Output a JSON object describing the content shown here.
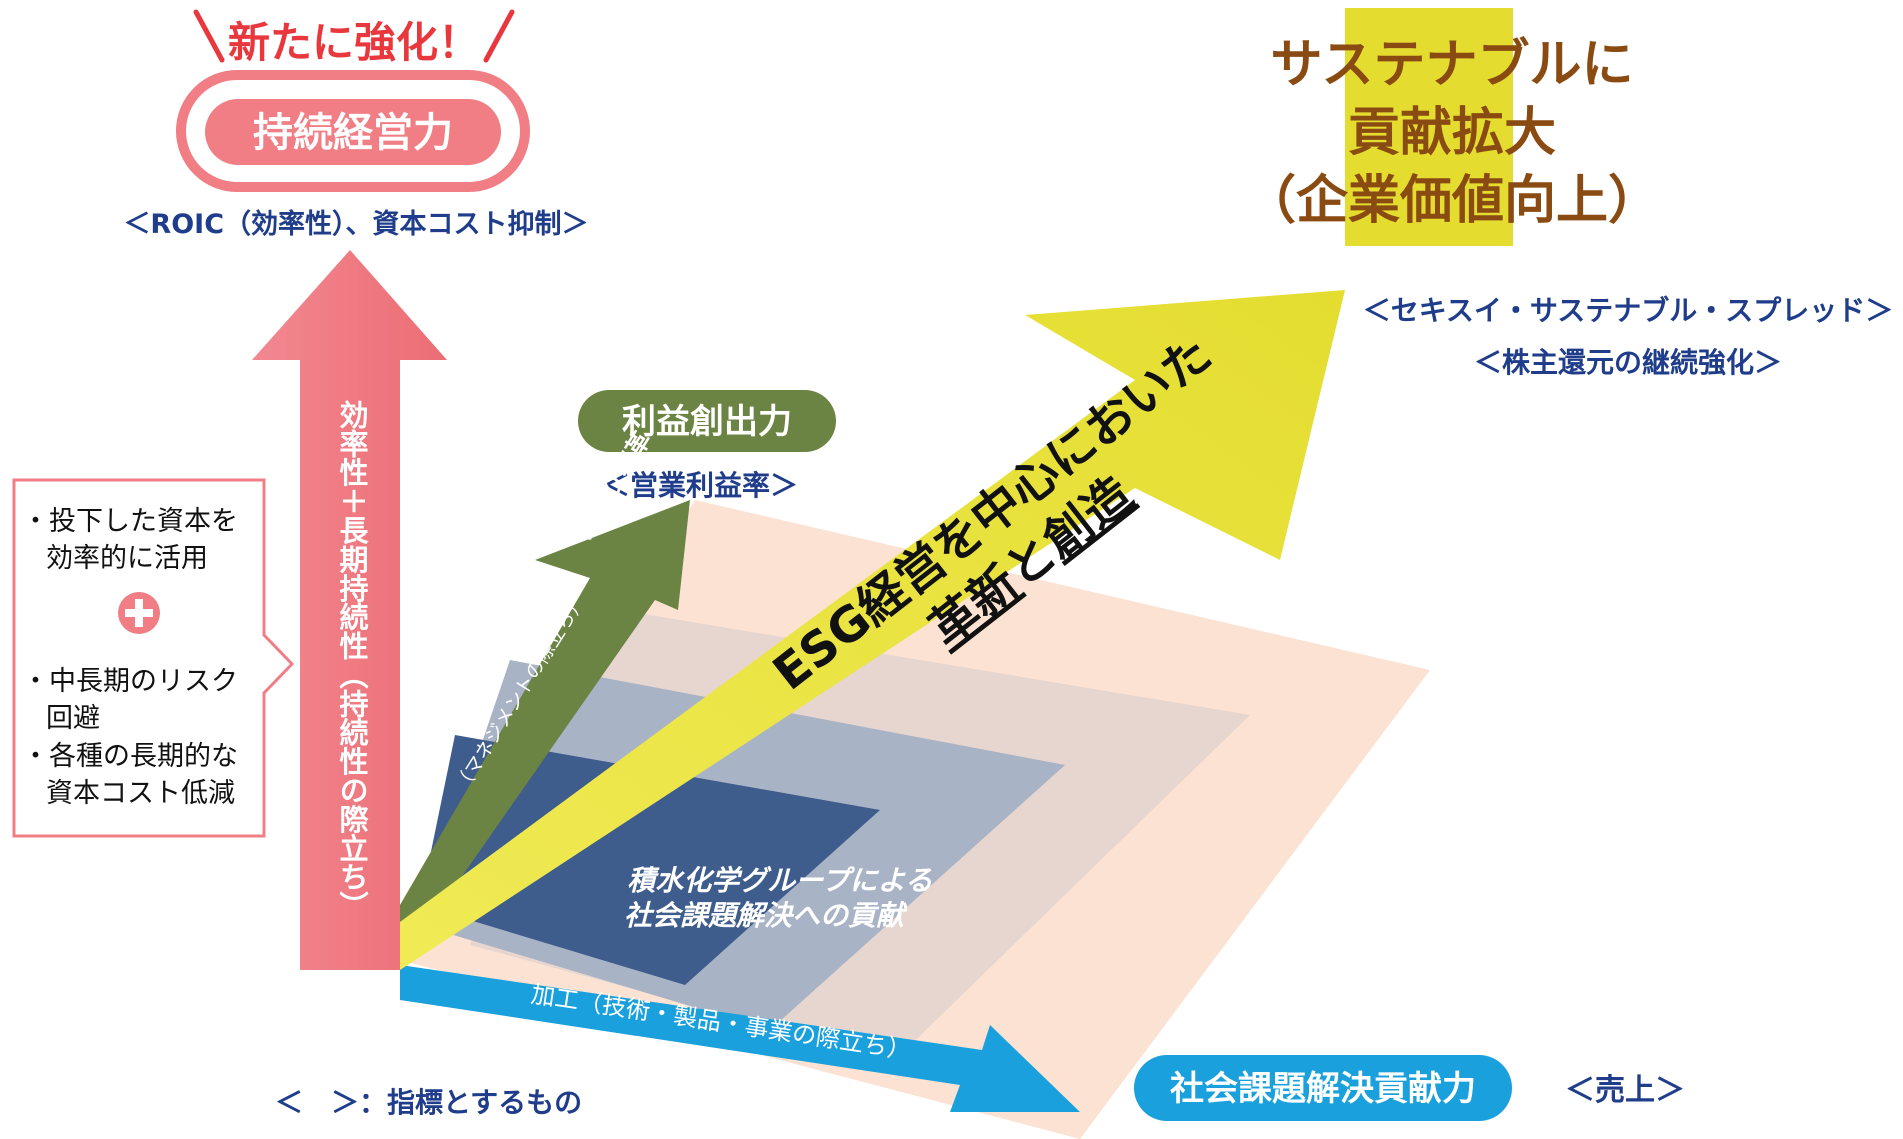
{
  "new_badge": "新たに強化！",
  "sustainable_power": {
    "label": "持続経営力",
    "metric": "＜ROIC（効率性）、資本コスト抑制＞"
  },
  "goal": {
    "lines": [
      "サステナブルに",
      "貢献拡大",
      "（企業価値向上）"
    ]
  },
  "goal_metrics": [
    "＜セキスイ・サステナブル・スプレッド＞",
    "＜株主還元の継続強化＞"
  ],
  "profit_power": {
    "label": "利益創出力",
    "metric": "＜営業利益率＞"
  },
  "vertical_arrow_text": "効率性＋長期持続性（持続性の際立ち）",
  "side_box": {
    "item1": [
      "・投下した資本を",
      "効率的に活用"
    ],
    "plus": "+",
    "item2": [
      "・中長期のリスク",
      "回避"
    ],
    "item3": [
      "・各種の長期的な",
      "資本コスト低減"
    ]
  },
  "green_arrow": {
    "title": "先取り変革",
    "sub": "（マネジメントの際立ち）"
  },
  "esg_arrow": {
    "line1": "ESG経営を中心においた",
    "line2_part1": "革新",
    "line2_part2": "と",
    "line2_part3": "創造"
  },
  "plane_label": [
    "積水化学グループによる",
    "社会課題解決への貢献"
  ],
  "blue_arrow_text": "加工（技術・製品・事業の際立ち）",
  "social_power": {
    "label": "社会課題解決貢献力",
    "metric": "＜売上＞"
  },
  "legend_note": "＜　＞：指標とするもの",
  "colors": {
    "red_accent": "#e8383d",
    "pink": "#f07e84",
    "olive": "#6b8443",
    "yellow": "#e9e23f",
    "blue": "#1aa0dc",
    "navy": "#1f3d8a",
    "brown": "#8a4b12"
  }
}
